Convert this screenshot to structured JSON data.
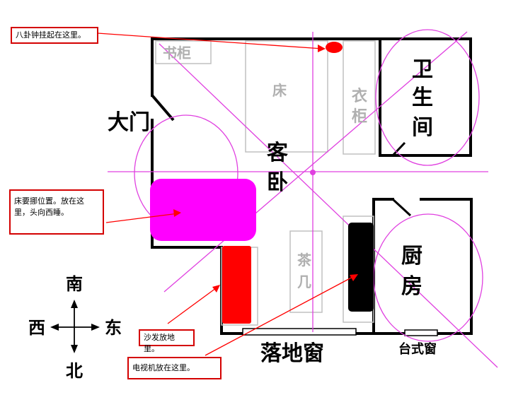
{
  "labels": {
    "door": "大门",
    "bookcase": "书柜",
    "bed": "床",
    "wardrobe_1": "衣",
    "wardrobe_2": "柜",
    "bathroom_1": "卫",
    "bathroom_2": "生",
    "bathroom_3": "间",
    "bedroom_1": "客",
    "bedroom_2": "卧",
    "kitchen_1": "厨",
    "kitchen_2": "房",
    "teatable_1": "茶",
    "teatable_2": "几",
    "floor_window": "落地窗",
    "bay_window": "台式窗"
  },
  "compass": {
    "south": "南",
    "north": "北",
    "west": "西",
    "east": "东"
  },
  "notes": {
    "bagua": "八卦钟挂起在这里。",
    "bed_move": "床要挪位置。放在这里，头向西睡。",
    "sofa": "沙发放地里。",
    "tv": "电视机放在这里。"
  },
  "colors": {
    "wall": "#000000",
    "furniture_outline": "#c0c0c0",
    "guide": "#e040e0",
    "bed_new": "#ff00ff",
    "sofa": "#ff0000",
    "tv": "#000000",
    "note_border": "#d40000",
    "pointer": "#ff0000"
  }
}
